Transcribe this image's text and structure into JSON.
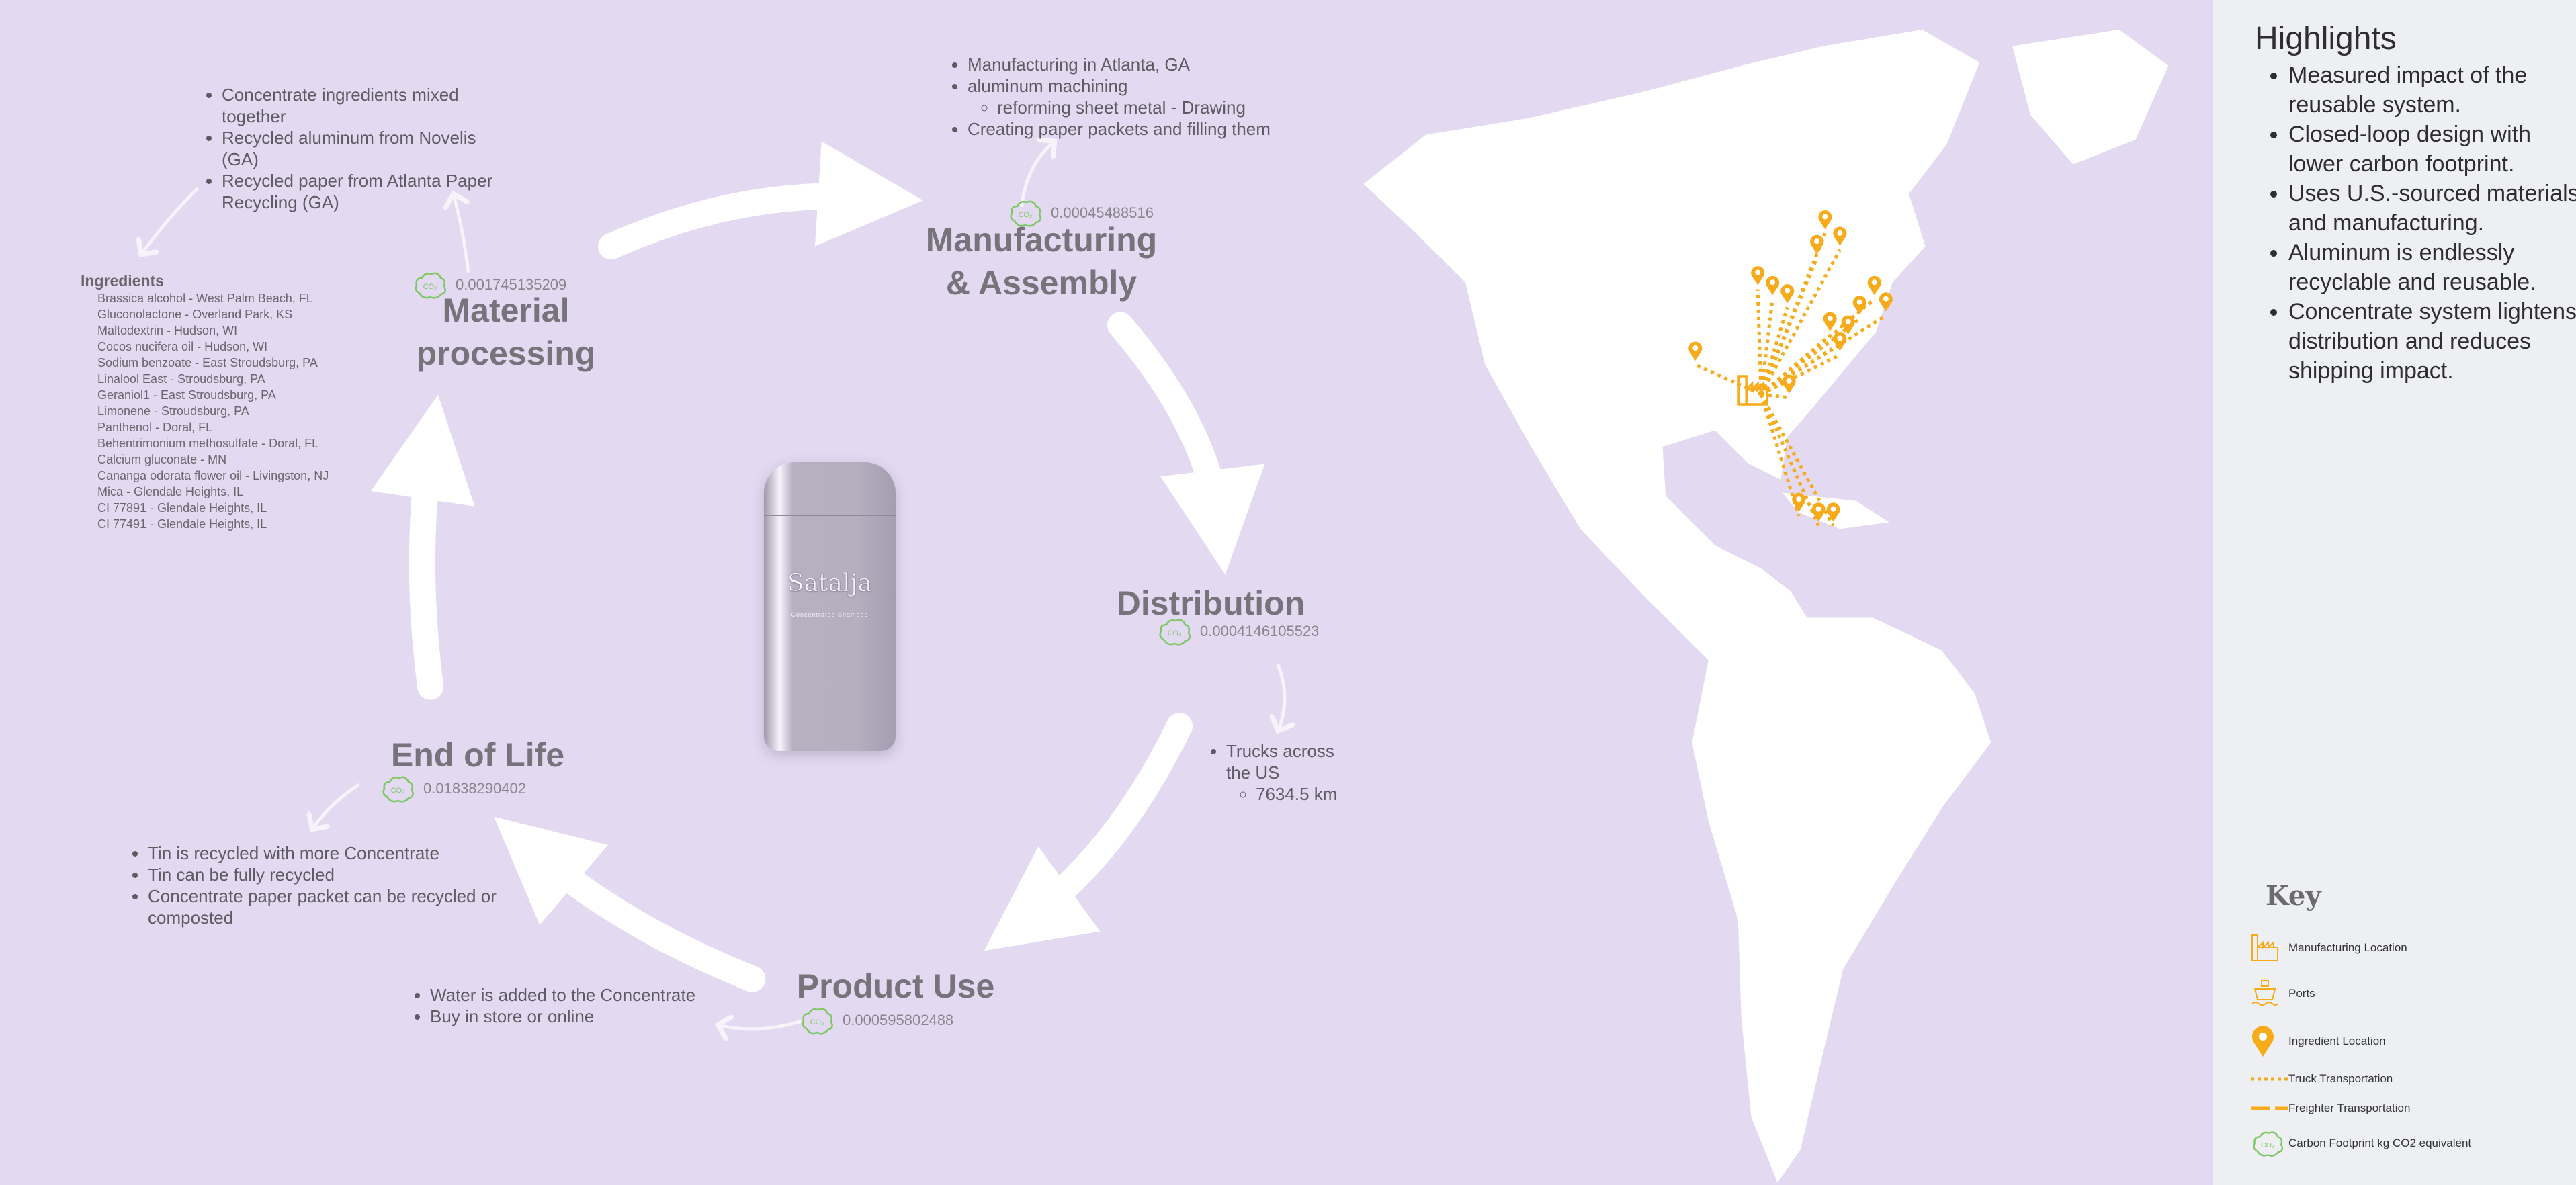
{
  "stages": {
    "material": {
      "title_line1": "Material",
      "title_line2": "processing",
      "co2": "0.001745135209",
      "bullets": [
        "Concentrate ingredients mixed together",
        "Recycled aluminum from Novelis (GA)",
        "Recycled paper from Atlanta Paper Recycling (GA)"
      ]
    },
    "manufacturing": {
      "title_line1": "Manufacturing",
      "title_line2": "& Assembly",
      "co2": "0.00045488516",
      "bullets": [
        "Manufacturing in Atlanta, GA",
        "aluminum machining",
        "Creating paper packets and filling them"
      ],
      "sub_bullets": [
        "reforming sheet metal - Drawing"
      ]
    },
    "distribution": {
      "title": "Distribution",
      "co2": "0.0004146105523",
      "bullets": [
        "Trucks across the US"
      ],
      "sub_bullets": [
        "7634.5 km"
      ]
    },
    "product_use": {
      "title": "Product Use",
      "co2": "0.000595802488",
      "bullets": [
        "Water is added to the Concentrate",
        "Buy in store or online"
      ]
    },
    "end_of_life": {
      "title": "End of Life",
      "co2": "0.01838290402",
      "bullets": [
        "Tin is recycled with more Concentrate",
        "Tin can be fully recycled",
        "Concentrate paper packet can be recycled or composted"
      ]
    }
  },
  "ingredients": {
    "title": "Ingredients",
    "items": [
      "Brassica alcohol - West Palm Beach, FL",
      "Gluconolactone - Overland Park, KS",
      "Maltodextrin - Hudson, WI",
      "Cocos nucifera oil - Hudson, WI",
      "Sodium benzoate - East Stroudsburg, PA",
      "Linalool East - Stroudsburg, PA",
      "Geraniol1 - East Stroudsburg, PA",
      "Limonene - Stroudsburg, PA",
      "Panthenol - Doral, FL",
      "Behentrimonium methosulfate -  Doral, FL",
      "Calcium gluconate - MN",
      "Cananga odorata flower oil - Livingston, NJ",
      "Mica -  Glendale Heights, IL",
      "CI 77891 - Glendale Heights, IL",
      "CI 77491 - Glendale Heights, IL"
    ]
  },
  "product": {
    "brand_logo": "Satalja",
    "subtitle": "Concentrated Shampoo"
  },
  "highlights": {
    "title": "Highlights",
    "items": [
      "Measured impact of the reusable system.",
      "Closed-loop design with lower carbon footprint.",
      "Uses U.S.-sourced materials and manufacturing.",
      "Aluminum is endlessly recyclable and reusable.",
      "Concentrate system lightens distribution and reduces shipping impact."
    ]
  },
  "key": {
    "title": "Key",
    "manufacturing": "Manufacturing Location",
    "ports": "Ports",
    "ingredient": "Ingredient Location",
    "truck": "Truck Transportation",
    "freighter": "Freighter Transportation",
    "carbon": "Carbon Footprint kg CO2 equivalent"
  },
  "colors": {
    "background": "#e3d9f1",
    "panel": "#eeeff2",
    "accent": "#f7ab1a",
    "co2_green": "#7dc863"
  }
}
